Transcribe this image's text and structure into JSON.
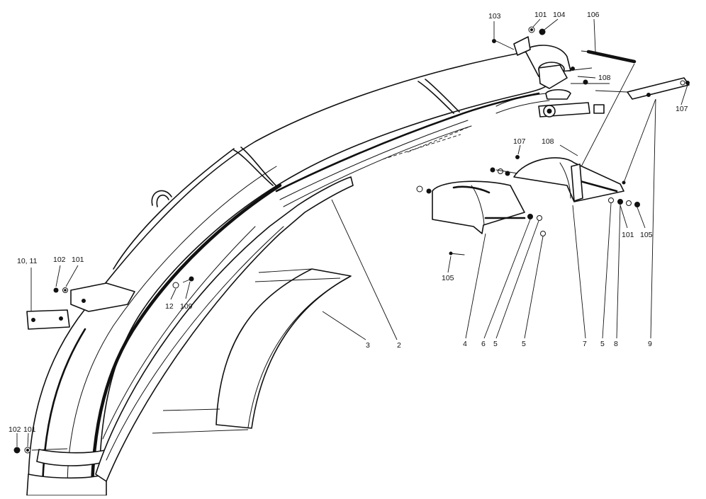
{
  "labels": {
    "l103": "103",
    "l101a": "101",
    "l104": "104",
    "l106": "106",
    "l108a": "108",
    "l107a": "107",
    "l107b": "107",
    "l108b": "108",
    "l101b": "101",
    "l105a": "105",
    "l105b": "105",
    "l1011": "10, 11",
    "l102a": "102",
    "l101c": "101",
    "l12": "12",
    "l109": "109",
    "l3": "3",
    "l2": "2",
    "l4": "4",
    "l6": "6",
    "l5a": "5",
    "l5b": "5",
    "l7": "7",
    "l5c": "5",
    "l8": "8",
    "l9": "9",
    "l102b": "102",
    "l101d": "101"
  }
}
